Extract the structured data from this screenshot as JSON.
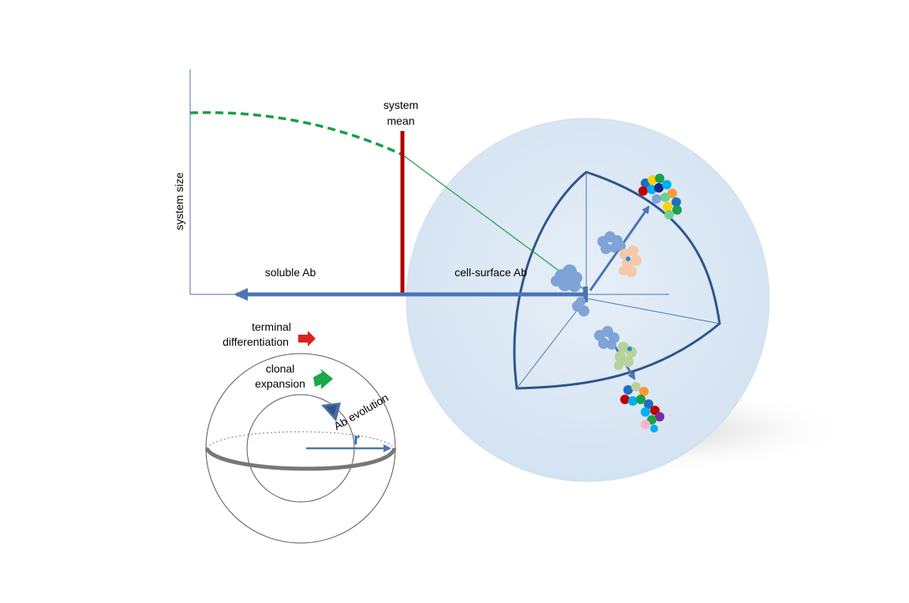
{
  "labels": {
    "system_size": "system size",
    "system_mean": [
      "system",
      "mean"
    ],
    "soluble_ab": "soluble Ab",
    "cell_surface_ab": "cell-surface Ab",
    "terminal_differentiation": [
      "terminal",
      "differentiation"
    ],
    "clonal_expansion": [
      "clonal",
      "expansion"
    ],
    "ab_evolution": "Ab evolution",
    "r": "r"
  },
  "colors": {
    "axis": "#4a6fa5",
    "arrow_blue": "#4a74b4",
    "curve_green": "#1a9e45",
    "mean_red": "#b00000",
    "sphere_fill": "#dbe7f4",
    "sphere_outline": "#2e5589",
    "terminal_arrow": "#e02020",
    "clonal_arrow": "#19a84a",
    "r_label": "#1f6fc2"
  },
  "icons": {
    "terminal": "red-arrow-icon",
    "clonal": "green-arrow-icon",
    "evolution": "blue-arrow-icon"
  }
}
